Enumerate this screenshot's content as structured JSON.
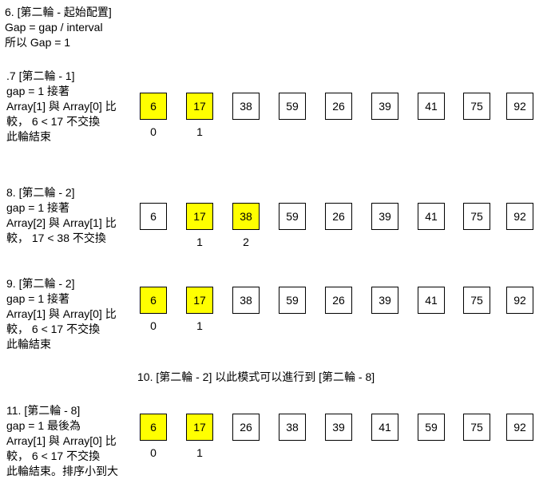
{
  "intro": {
    "lines": [
      "6. [第二輪 - 起始配置]",
      "Gap = gap / interval",
      "所以 Gap = 1"
    ]
  },
  "steps": [
    {
      "lines": [
        ".7  [第二輪 - 1]",
        "gap = 1 接著",
        "Array[1] 與 Array[0] 比",
        "較， 6 < 17 不交換",
        "此輪結束"
      ],
      "values": [
        "6",
        "17",
        "38",
        "59",
        "26",
        "39",
        "41",
        "75",
        "92"
      ],
      "highlight": [
        0,
        1
      ],
      "indices": [
        "0",
        "1"
      ]
    },
    {
      "lines": [
        "8. [第二輪 - 2]",
        "gap = 1 接著",
        "Array[2] 與 Array[1] 比",
        "較， 17 < 38 不交換"
      ],
      "values": [
        "6",
        "17",
        "38",
        "59",
        "26",
        "39",
        "41",
        "75",
        "92"
      ],
      "highlight": [
        1,
        2
      ],
      "indices": [
        "1",
        "2"
      ]
    },
    {
      "lines": [
        "9. [第二輪 - 2]",
        "gap = 1 接著",
        "Array[1] 與 Array[0] 比",
        "較， 6 < 17 不交換",
        "此輪結束"
      ],
      "values": [
        "6",
        "17",
        "38",
        "59",
        "26",
        "39",
        "41",
        "75",
        "92"
      ],
      "highlight": [
        0,
        1
      ],
      "indices": [
        "0",
        "1"
      ]
    },
    {
      "lines": [
        "11. [第二輪 - 8]",
        "gap = 1 最後為",
        "Array[1] 與 Array[0] 比",
        "較， 6 < 17 不交換",
        "此輪結束。排序小到大"
      ],
      "values": [
        "6",
        "17",
        "26",
        "38",
        "39",
        "41",
        "59",
        "75",
        "92"
      ],
      "highlight": [
        0,
        1
      ],
      "indices": [
        "0",
        "1"
      ]
    }
  ],
  "note": "10. [第二輪 - 2] 以此模式可以進行到 [第二輪 - 8]",
  "colors": {
    "highlight": "#ffff00",
    "border": "#000000",
    "background": "#ffffff"
  }
}
